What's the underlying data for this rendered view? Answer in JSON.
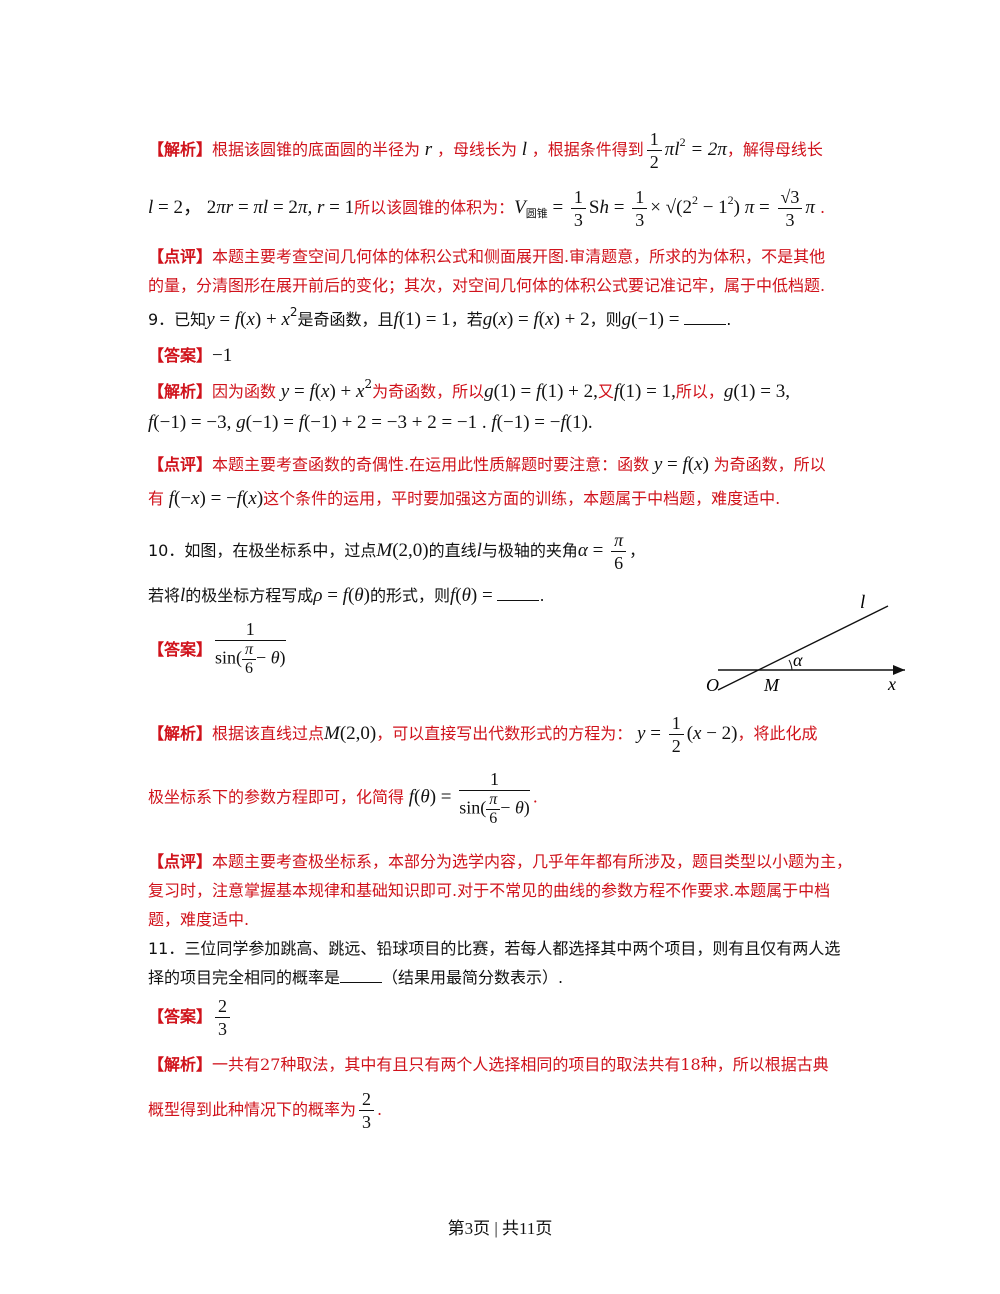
{
  "tags": {
    "analysis": "【解析】",
    "comment": "【点评】",
    "answer": "【答案】"
  },
  "p8": {
    "a1": "根据该圆锥的底面圆的半径为",
    "a2": "，母线长为",
    "a3": "，根据条件得到",
    "a4": "，解得母线长",
    "b1": "所以该圆锥的体积为：",
    "vsub": "圆锥",
    "comment1": "本题主要考查空间几何体的体积公式和侧面展开图.审清题意，所求的为体积，不是其他",
    "comment2": "的量，分清图形在展开前后的变化；其次，对空间几何体的体积公式要记准记牢，属于中低档题."
  },
  "q9": {
    "num": "9．已知",
    "t1": "是奇函数，且",
    "t2": "，若",
    "t3": "，则",
    "answer": "−1",
    "an1": "因为函数",
    "an2": "为奇函数，所以",
    "an3": "又",
    "an4": "所以，",
    "comment1": "本题主要考查函数的奇偶性.在运用此性质解题时要注意：函数",
    "comment1b": "为奇函数，所以",
    "comment2a": "有",
    "comment2b": "这个条件的运用，平时要加强这方面的训练，本题属于中档题，难度适中."
  },
  "q10": {
    "num": "10．如图，在极坐标系中，过点",
    "t1": "的直线",
    "t2": "与极轴的夹角",
    "t3": "若将",
    "t4": "的极坐标方程写成",
    "t5": "的形式，则",
    "an1": "根据该直线过点",
    "an2": "，可以直接写出代数形式的方程为：",
    "an3": "，将此化成",
    "an4": "极坐标系下的参数方程即可，化简得",
    "comment1": "本题主要考查极坐标系，本部分为选学内容，几乎年年都有所涉及，题目类型以小题为主，",
    "comment2": "复习时，注意掌握基本规律和基础知识即可.对于不常见的曲线的参数方程不作要求.本题属于中档",
    "comment3": "题，难度适中.",
    "figure": {
      "line_label": "l",
      "angle_label": "α",
      "origin_label": "O",
      "point_label": "M",
      "axis_label": "x"
    }
  },
  "q11": {
    "line1": "11．三位同学参加跳高、跳远、铅球项目的比赛，若每人都选择其中两个项目，则有且仅有两人选",
    "line2a": "择的项目完全相同的概率是",
    "line2b": "（结果用最简分数表示）.",
    "answer_num": "2",
    "answer_den": "3",
    "an1": "一共有27种取法，其中有且只有两个人选择相同的项目的取法共有18种，所以根据古典",
    "an2": "概型得到此种情况下的概率为"
  },
  "footer": "第3页 | 共11页"
}
